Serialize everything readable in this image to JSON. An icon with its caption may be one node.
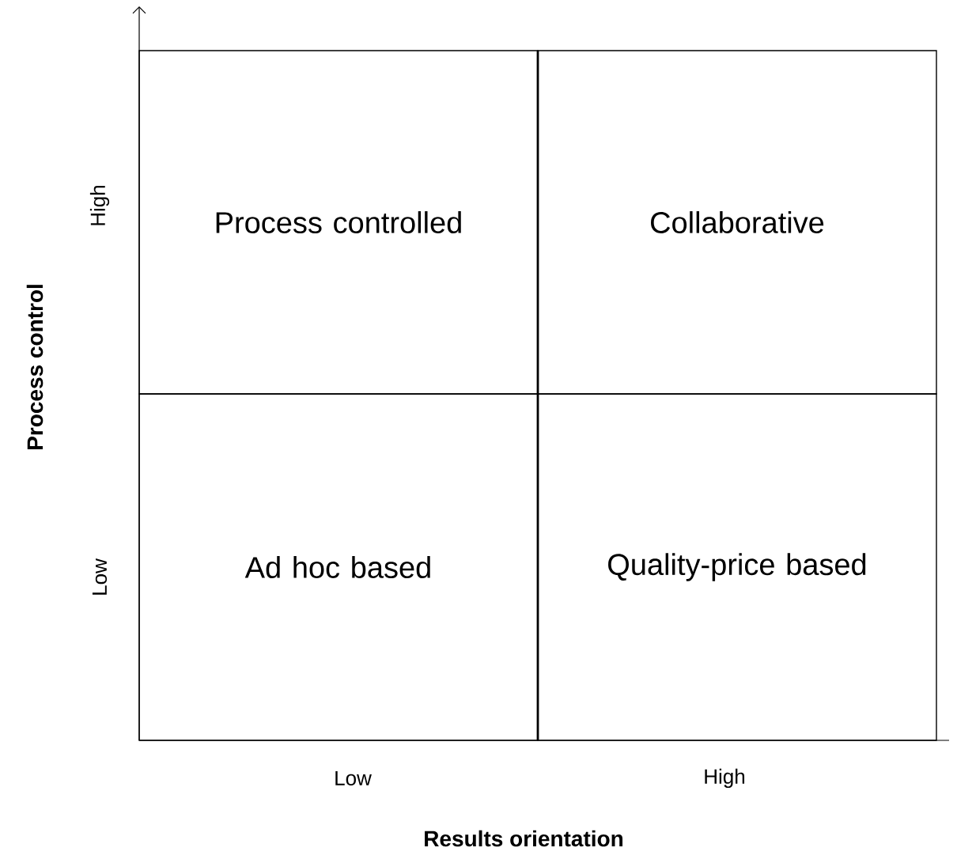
{
  "diagram": {
    "nodes": [
      {
        "text": [
          "Process controlled"
        ]
      },
      {
        "text": [
          "Collaborative"
        ]
      },
      {
        "text": [
          "Ad hoc based"
        ]
      },
      {
        "text": [
          "Quality-price based"
        ]
      }
    ],
    "labels": [
      "High",
      "Low",
      "Process control",
      "Low",
      "High",
      "Results orientation"
    ]
  }
}
